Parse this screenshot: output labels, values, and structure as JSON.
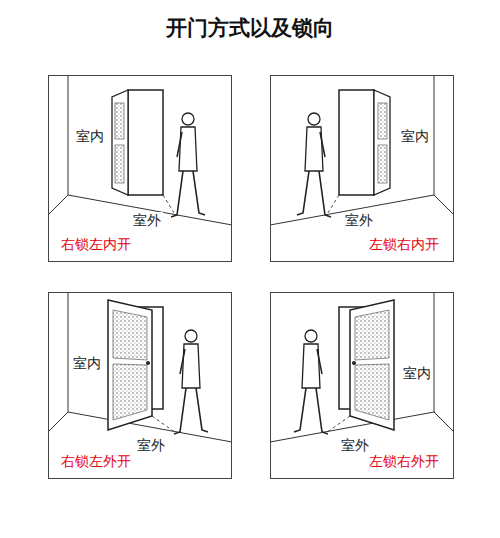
{
  "diagram": {
    "title": "开门方式以及锁向",
    "nodes": [
      {
        "text": [
          "室内",
          "室外",
          "右锁左内开"
        ]
      },
      {
        "text": [
          "室内",
          "室外",
          "左锁右内开"
        ]
      },
      {
        "text": [
          "室内",
          "室外",
          "右锁左外开"
        ]
      },
      {
        "text": [
          "室内",
          "室外",
          "左锁右外开"
        ]
      }
    ]
  }
}
